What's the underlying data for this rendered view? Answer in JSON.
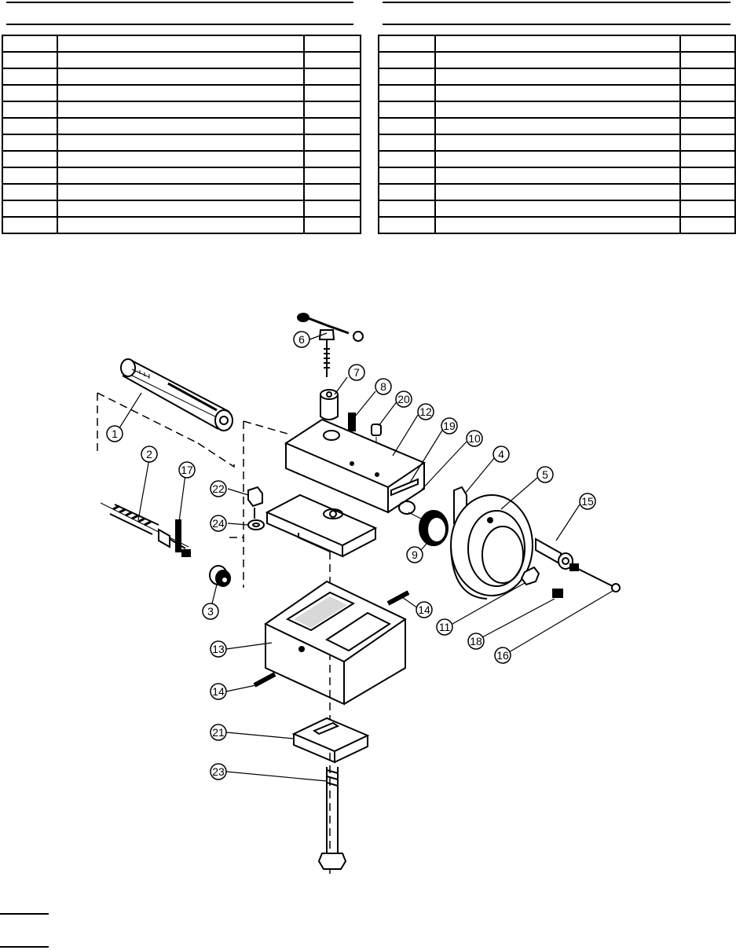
{
  "diagram": {
    "labels": [
      "1",
      "2",
      "3",
      "4",
      "5",
      "6",
      "7",
      "8",
      "9",
      "10",
      "11",
      "12",
      "13",
      "14",
      "14",
      "15",
      "16",
      "17",
      "18",
      "19",
      "20",
      "21",
      "22",
      "23",
      "24"
    ]
  },
  "colors": {
    "ink": "#000000",
    "paper": "#ffffff"
  },
  "parts_tables": {
    "rows": 12,
    "columns": 3
  }
}
